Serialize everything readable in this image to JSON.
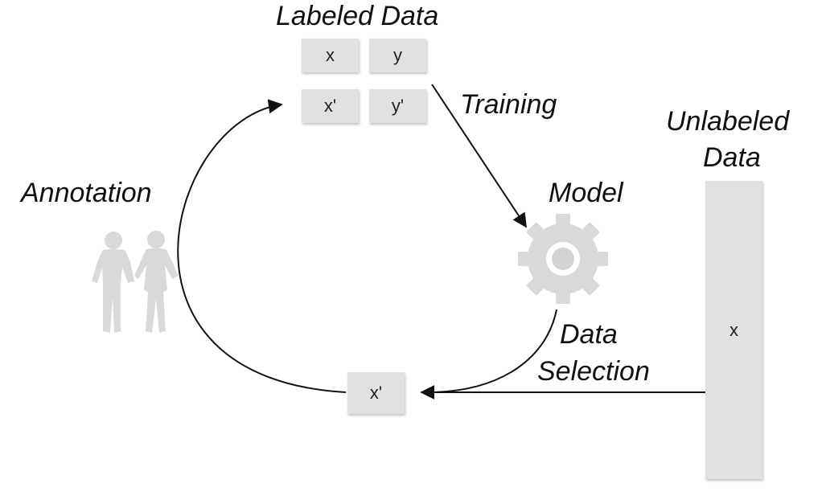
{
  "labels": {
    "labeled_data": "Labeled Data",
    "training": "Training",
    "unlabeled_line1": "Unlabeled",
    "unlabeled_line2": "Data",
    "model": "Model",
    "annotation": "Annotation",
    "selection_line1": "Data",
    "selection_line2": "Selection"
  },
  "boxes": {
    "x": "x",
    "y": "y",
    "x_prime": "x'",
    "y_prime": "y'",
    "selected_x": "x'",
    "unlabeled_x": "x"
  },
  "colors": {
    "box_fill": "#e1e1e3",
    "icon_fill": "#d9d9db",
    "line": "#111111"
  },
  "icons": {
    "model": "gear-icon",
    "annotators": "people-icon"
  }
}
